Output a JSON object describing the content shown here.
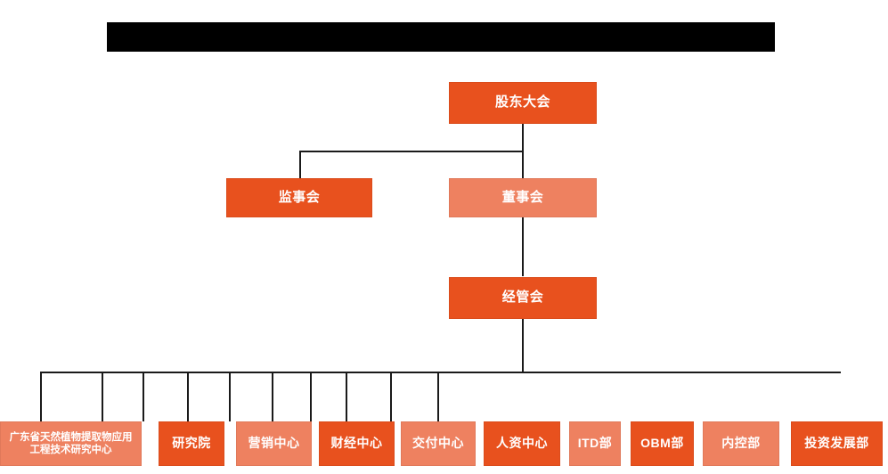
{
  "page": {
    "title_bar": {
      "name": "redacted-title-bar",
      "text": "",
      "color": "#000000"
    },
    "background": "#ffffff"
  },
  "palette": {
    "dark_orange": "#E8511E",
    "light_salmon": "#EE8160",
    "connector": "#1a1a1a",
    "node_text": "#ffffff"
  },
  "org_chart": {
    "type": "org-hierarchy",
    "levels": [
      {
        "level": 1,
        "nodes": [
          {
            "label": "股东大会",
            "style": "dark"
          }
        ]
      },
      {
        "level": 2,
        "nodes": [
          {
            "label": "监事会",
            "style": "dark"
          },
          {
            "label": "董事会",
            "style": "light"
          }
        ]
      },
      {
        "level": 3,
        "nodes": [
          {
            "label": "经管会",
            "style": "dark"
          }
        ]
      },
      {
        "level": 4,
        "nodes": [
          {
            "label": "广东省天然植物提取物应用工程技术研究中心",
            "style": "light"
          },
          {
            "label": "研究院",
            "style": "dark"
          },
          {
            "label": "营销中心",
            "style": "light"
          },
          {
            "label": "财经中心",
            "style": "dark"
          },
          {
            "label": "交付中心",
            "style": "light"
          },
          {
            "label": "人资中心",
            "style": "dark"
          },
          {
            "label": "ITD部",
            "style": "light"
          },
          {
            "label": "OBM部",
            "style": "dark"
          },
          {
            "label": "内控部",
            "style": "light"
          },
          {
            "label": "投资发展部",
            "style": "dark"
          }
        ]
      }
    ]
  }
}
